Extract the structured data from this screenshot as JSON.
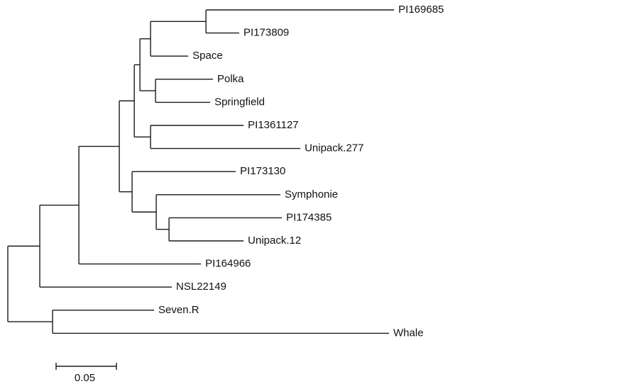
{
  "tree": {
    "children": [
      {
        "length": 0.0265,
        "children": [
          {
            "length": 0.0324,
            "children": [
              {
                "length": 0.0335,
                "children": [
                  {
                    "length": 0.0124,
                    "children": [
                      {
                        "length": 0.0047,
                        "children": [
                          {
                            "length": 0.0088,
                            "children": [
                              {
                                "length": 0.0459,
                                "children": [
                                  {
                                    "name": "PI169685",
                                    "length": 0.1559
                                  },
                                  {
                                    "name": "PI173809",
                                    "length": 0.0276
                                  }
                                ]
                              },
                              {
                                "name": "Space",
                                "length": 0.0312
                              }
                            ]
                          },
                          {
                            "length": 0.0129,
                            "children": [
                              {
                                "name": "Polka",
                                "length": 0.0476
                              },
                              {
                                "name": "Springfield",
                                "length": 0.0453
                              }
                            ]
                          }
                        ]
                      },
                      {
                        "length": 0.0135,
                        "children": [
                          {
                            "name": "PI1361127",
                            "length": 0.0771
                          },
                          {
                            "name": "Unipack.277",
                            "length": 0.1241
                          }
                        ]
                      }
                    ]
                  },
                  {
                    "length": 0.0106,
                    "children": [
                      {
                        "name": "PI173130",
                        "length": 0.0859
                      },
                      {
                        "length": 0.02,
                        "children": [
                          {
                            "name": "Symphonie",
                            "length": 0.1029
                          },
                          {
                            "length": 0.0106,
                            "children": [
                              {
                                "name": "PI174385",
                                "length": 0.0935
                              },
                              {
                                "name": "Unipack.12",
                                "length": 0.0618
                              }
                            ]
                          }
                        ]
                      }
                    ]
                  }
                ]
              },
              {
                "name": "PI164966",
                "length": 0.1012
              }
            ]
          },
          {
            "name": "NSL22149",
            "length": 0.1094
          }
        ]
      },
      {
        "length": 0.0371,
        "children": [
          {
            "name": "Seven.R",
            "length": 0.0841
          },
          {
            "name": "Whale",
            "length": 0.2788
          }
        ]
      }
    ]
  },
  "scale_bar": {
    "value": 0.05,
    "label": "0.05"
  }
}
